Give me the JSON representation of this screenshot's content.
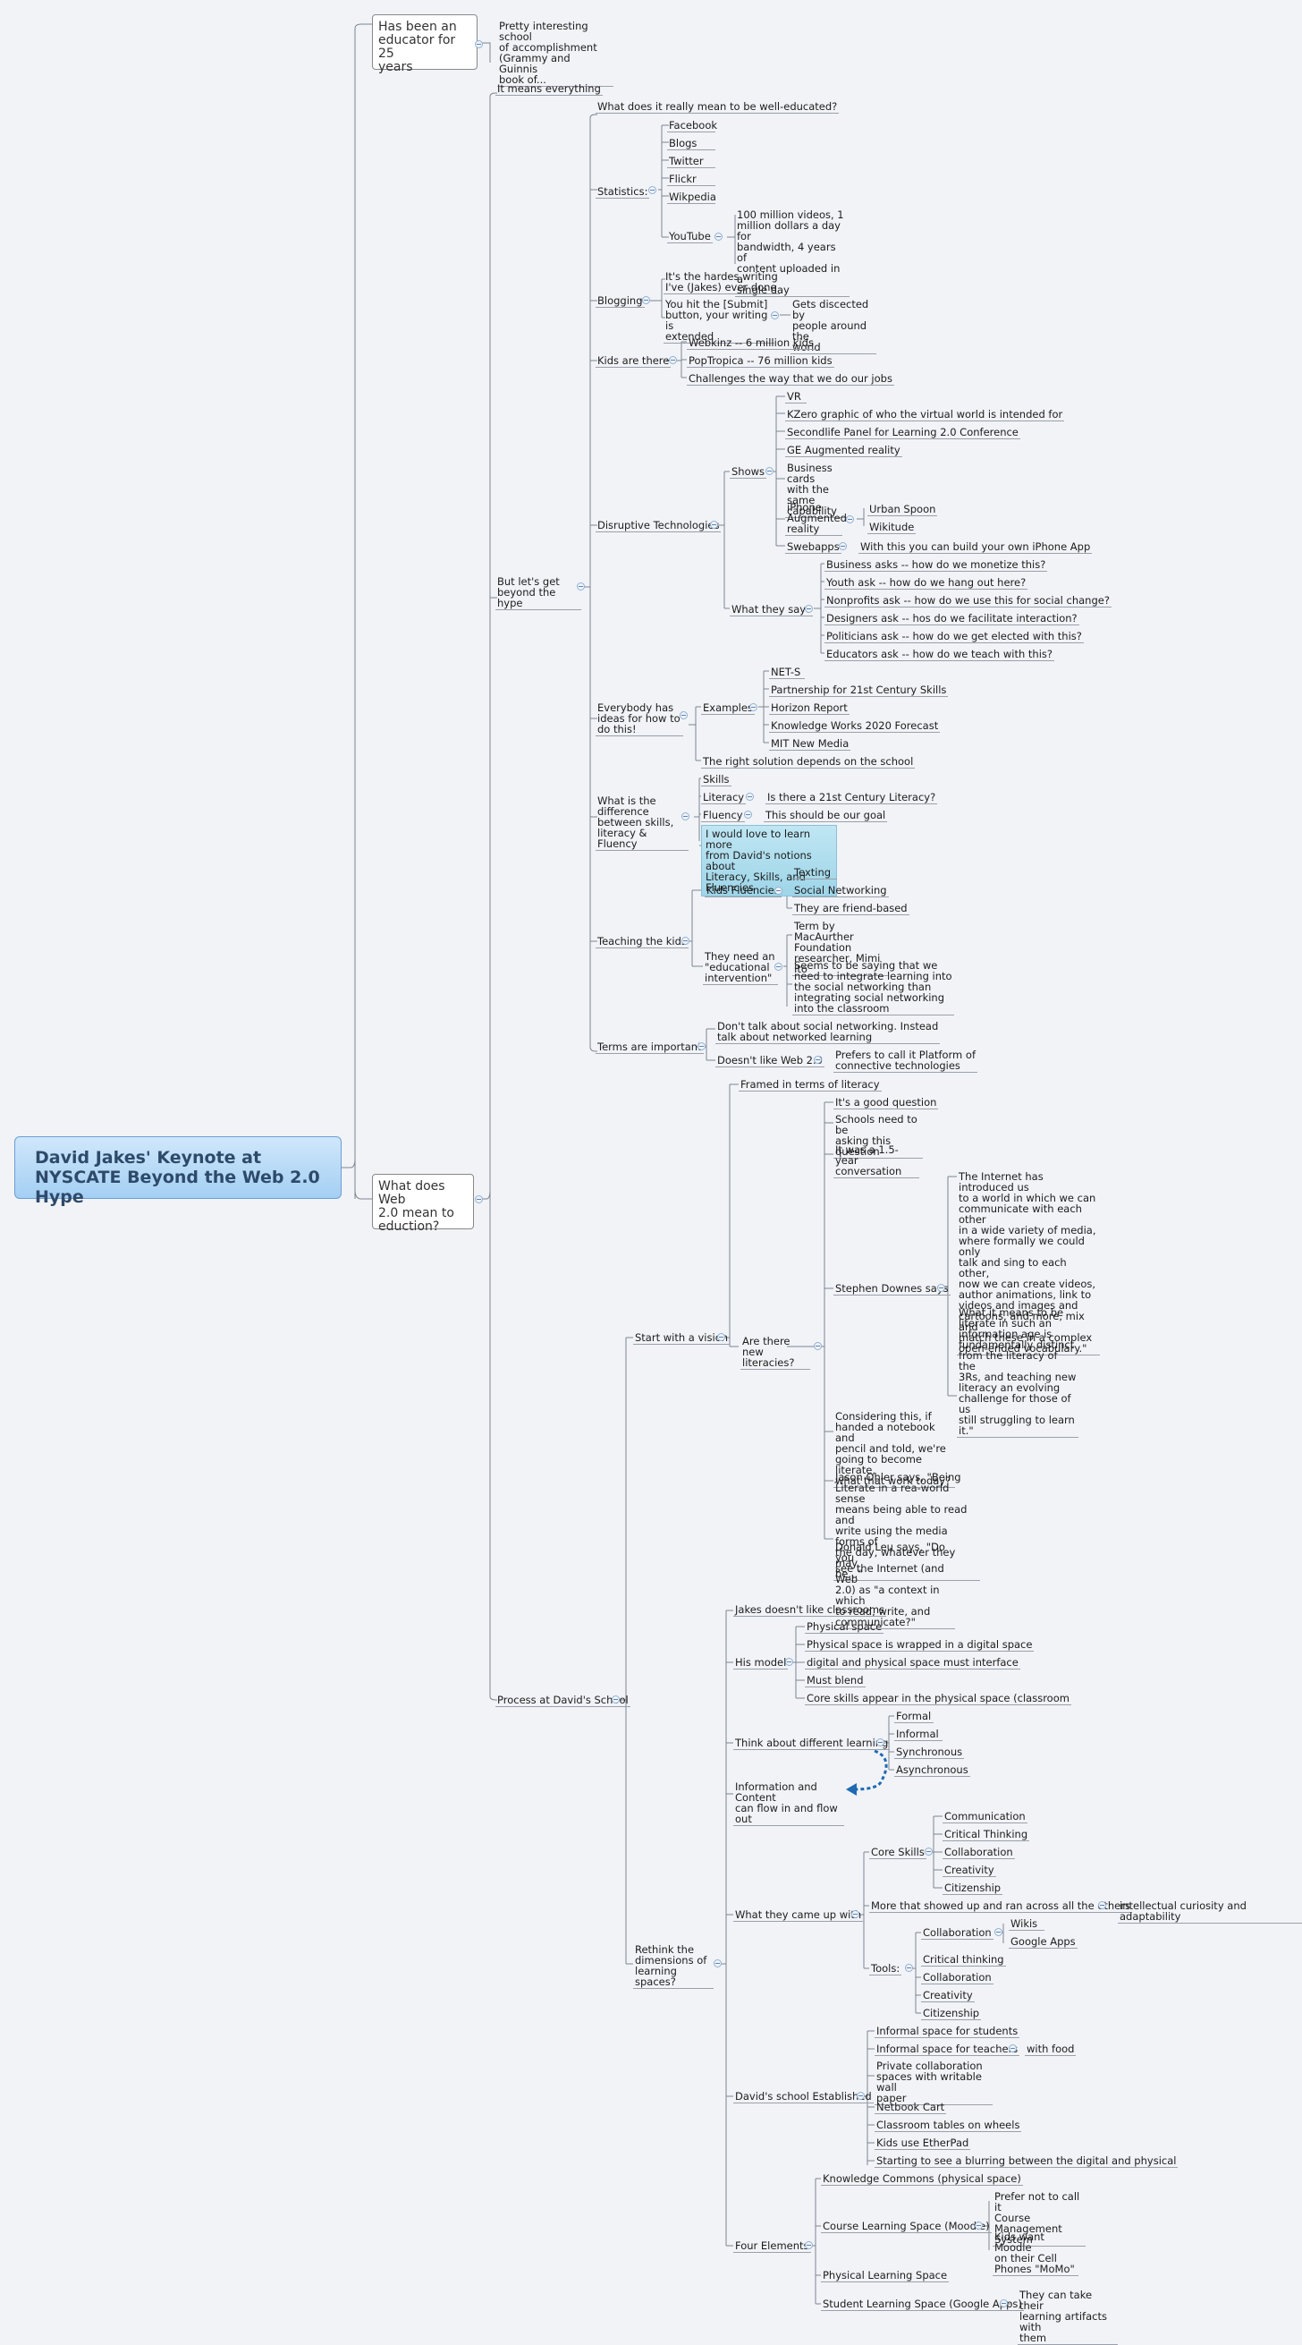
{
  "root": {
    "title": "David Jakes' Keynote at NYSCATE\nBeyond the Web 2.0 Hype"
  },
  "nodes": {
    "educator": "Has been an\neducator for 25\nyears",
    "school": "Pretty interesting school\nof accomplishment\n(Grammy and Guinnis\nbook of...",
    "web20q": "What does Web\n2.0 mean to\neduction?",
    "means_everything": "It means everything",
    "beyond_hype": "But let's get\nbeyond the hype",
    "well_educated": "What does it really mean to be well-educated?",
    "statistics": "Statistics:",
    "facebook": "Facebook",
    "blogs": "Blogs",
    "twitter": "Twitter",
    "flickr": "Flickr",
    "wikipedia": "Wikpedia",
    "youtube": "YouTube",
    "youtube_stats": "100 million videos, 1\nmillion dollars a day for\nbandwidth, 4 years of\ncontent uploaded in a\nsingle day",
    "blogging": "Blogging",
    "hardest_writing": "It's the hardes writing\nI've (Jakes) ever done",
    "submit": "You hit the [Submit]\nbutton, your writing is\nextended",
    "dissected": "Gets discected by\npeople around the\nworld",
    "kids_there": "Kids are there",
    "webkinz": "Webkinz -- 6 million kids",
    "poptropica": "PopTropica -- 76 million kids",
    "challenges": "Challenges the way that we do our jobs",
    "disruptive": "Disruptive Technologies",
    "shows": "Shows",
    "vr": "VR",
    "kzero": "KZero graphic of who the virtual world is intended for",
    "secondlife": "Secondlife Panel for Learning 2.0 Conference",
    "ge_ar": "GE Augmented reality",
    "business_cards": "Business cards\nwith the same\ncapability",
    "iphone_ar": "iPhone\nAugmented\nreality",
    "urban_spoon": "Urban Spoon",
    "wikitude": "Wikitude",
    "swebapps": "Swebapps",
    "iphone_app": "With this you can build your own iPhone App",
    "what_they_say": "What they say?",
    "biz_ask": "Business asks -- how do we monetize this?",
    "youth_ask": "Youth ask -- how do we hang out here?",
    "nonprofit_ask": "Nonprofits ask -- how do we use this for social change?",
    "designer_ask": "Designers ask -- hos do we facilitate interaction?",
    "politician_ask": "Politicians ask -- how do we get elected with this?",
    "educator_ask": "Educators ask -- how do we teach with this?",
    "everybody_ideas": "Everybody has\nideas for how to\ndo this!",
    "examples": "Examples",
    "nets": "NET-S",
    "partnership": "Partnership for 21st Century Skills",
    "horizon": "Horizon Report",
    "knowledge_works": "Knowledge Works 2020 Forecast",
    "mit": "MIT New Media",
    "right_solution": "The right solution depends on the school",
    "difference": "What is the\ndifference\nbetween skills,\nliteracy & Fluency",
    "skills": "Skills",
    "literacy": "Literacy",
    "c21_literacy": "Is there a 21st Century Literacy?",
    "fluency": "Fluency",
    "goal": "This should be our goal",
    "love_to_learn": "I would love to learn more\nfrom David's notions about\nLiteracy, Skills, and Fluencies",
    "teaching_kids": "Teaching the kids",
    "kids_fluencies": "Kids Fluencies",
    "texting": "Texting",
    "social_networking": "Social Networking",
    "friend_based": "They are friend-based",
    "educational_intervention": "They need an\n\"educational\nintervention\"",
    "macarthur": "Term by MacAurther\nFoundation\nresearcher, Mimi Ito",
    "integrate": "Seems to be saying that we\nneed to integrate learning into\nthe social networking than\nintegrating social networking\ninto the classroom",
    "terms_important": "Terms are important",
    "dont_talk": "Don't talk about social networking.  Instead\ntalk about networked learning",
    "dont_like_web20": "Doesn't like Web 2.0",
    "platform": "Prefers to call it Platform of\nconnective technologies",
    "process": "Process at David's School",
    "start_vision": "Start with a vision",
    "framed": "Framed in terms of literacy",
    "new_literacies": "Are there new\nliteracies?",
    "good_question": "It's a good question",
    "schools_need": "Schools need to be\nasking this question",
    "debate": "It was a 1.5-year\nconversation",
    "downes": "Stephen Downes says",
    "downes_q1": "The Internet has introduced us\nto a world in which we can\ncommunicate with each other\nin a wide variety of media,\nwhere formally we could only\ntalk and sing to each other,\nnow we can create videos,\nauthor animations, link to\nvideos and images and\ncartoons, and more, mix and\nmatch these in a complex\nopen-ended vocabulary.\"",
    "downes_q2": "What it means to be\nliterate in such an\ninformation age is\nfundamentally distinct\nfrom the literacy of the\n3Rs, and teaching new\nliteracy an evolving\nchallenge for those of us\nstill struggling to learn it.\"",
    "considering": "Considering this, if\nhanded a notebook and\npencil and told, we're\ngoing to become literate,\nwhat that work today?",
    "ohler": "Jason Ohler says, \"Being\nLiterate in a rea-world sense\nmeans being able to read and\nwrite using the media forms of\nthe day, whatever they may\nbe...\"",
    "leu": "Donald Leu says, \"Do you\nsee the Internet (and Web\n2.0) as \"a context in which\nto read, write, and\ncommunicate?\"",
    "rethink": "Rethink the\ndimensions of\nlearning spaces?",
    "no_classrooms": "Jakes doesn't like classrooms",
    "his_model": "His model",
    "physical_space": "Physical space",
    "wrapped": "Physical space is wrapped in a digital space",
    "must_interface": "digital and physical space must interface",
    "must_blend": "Must blend",
    "core_skills_appear": "Core skills appear in the physical space (classroom",
    "think_different": "Think about different learning",
    "formal": "Formal",
    "informal": "Informal",
    "synchronous": "Synchronous",
    "asynchronous": "Asynchronous",
    "info_content": "Information and Content\ncan flow in and flow out",
    "came_up_with": "What they came up with",
    "core_skills": "Core Skills",
    "communication": "Communication",
    "critical_thinking": "Critical Thinking",
    "collaboration": "Collaboration",
    "creativity": "Creativity",
    "citizenship": "Citizenship",
    "more_showed": "More that showed up and ran across all the others",
    "curiosity": "intellectual curiosity and adaptability",
    "tools": "Tools:",
    "tools_collab": "Collaboration",
    "wikis": "Wikis",
    "google_apps": "Google Apps",
    "tools_critical": "Critical thinking",
    "tools_collab2": "Collaboration",
    "tools_creativity": "Creativity",
    "tools_citizenship": "Citizenship",
    "established": "David's school Established",
    "informal_students": "Informal space for students",
    "informal_teachers": "Informal space for teachers",
    "with_food": "with food",
    "private_collab": "Private collaboration\nspaces with writable wall\npaper",
    "netbook": "Netbook Cart",
    "tables": "Classroom tables on wheels",
    "etherpad": "Kids use EtherPad",
    "blurring": "Starting to see a blurring between the digital and physical",
    "four_elements": "Four Elements",
    "knowledge_commons": "Knowledge Commons (physical space)",
    "cls": "Course Learning Space (Moodle)",
    "not_cms": "Prefer not to call it\nCourse Management\nSystem",
    "momo": "Kids want Moodle\non their Cell\nPhones \"MoMo\"",
    "pls": "Physical Learning Space",
    "sls": "Student Learning Space (Google Apps)",
    "artifacts": "They can take their\nlearning artifacts with\nthem"
  }
}
